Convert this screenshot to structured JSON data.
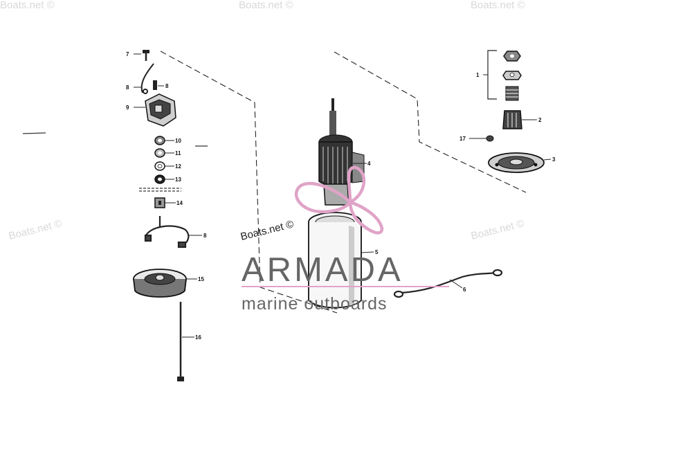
{
  "watermark": {
    "text": "Boats.net ©"
  },
  "callouts": [
    {
      "id": "c7",
      "text": "7"
    },
    {
      "id": "c8a",
      "text": "8"
    },
    {
      "id": "c8b",
      "text": "8"
    },
    {
      "id": "c9",
      "text": "9"
    },
    {
      "id": "c10",
      "text": "10"
    },
    {
      "id": "c11",
      "text": "11"
    },
    {
      "id": "c12",
      "text": "12"
    },
    {
      "id": "c13",
      "text": "13"
    },
    {
      "id": "c14",
      "text": "14"
    },
    {
      "id": "c8c",
      "text": "8"
    },
    {
      "id": "c15",
      "text": "15"
    },
    {
      "id": "c16",
      "text": "16"
    },
    {
      "id": "c4",
      "text": "4"
    },
    {
      "id": "c5",
      "text": "5"
    },
    {
      "id": "c6",
      "text": "6"
    },
    {
      "id": "c1",
      "text": "1"
    },
    {
      "id": "c2",
      "text": "2"
    },
    {
      "id": "c3",
      "text": "3"
    },
    {
      "id": "c17",
      "text": "17"
    }
  ],
  "brand": {
    "copyright_label": "Boats.net ©",
    "name": "ARMADA",
    "tagline": "marine outboards",
    "accent_color": "#e0a3c7",
    "text_color": "#666666"
  }
}
